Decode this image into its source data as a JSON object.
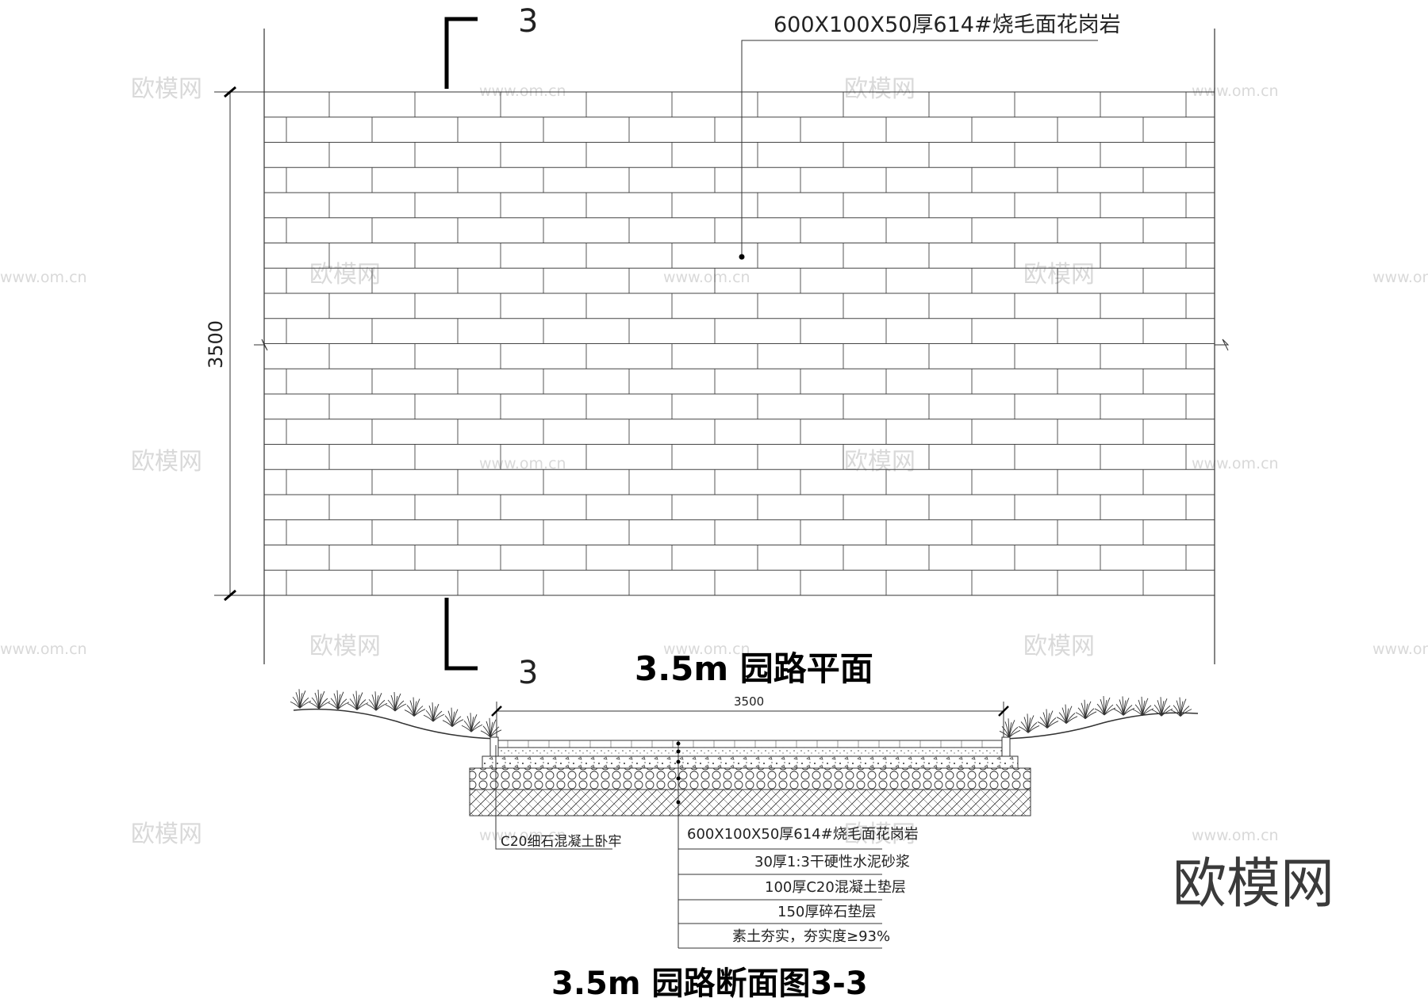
{
  "plan": {
    "title": "3.5m 园路平面",
    "section_marker_top": "3",
    "section_marker_bottom": "3",
    "material_callout": "600X100X50厚614#烧毛面花岗岩",
    "dimension_vertical": "3500"
  },
  "section": {
    "title": "3.5m 园路断面图3-3",
    "dimension_width": "3500",
    "curb_note": "C20细石混凝土卧牢",
    "layers": [
      "600X100X50厚614#烧毛面花岗岩",
      "30厚1:3干硬性水泥砂浆",
      "100厚C20混凝土垫层",
      "150厚碎石垫层",
      "素土夯实，夯实度≥93%"
    ]
  },
  "watermarks": {
    "brand": "欧模网",
    "site": "www.om.cn"
  },
  "colors": {
    "line": "#333333",
    "text": "#222222",
    "watermark": "#d9d9d9"
  }
}
